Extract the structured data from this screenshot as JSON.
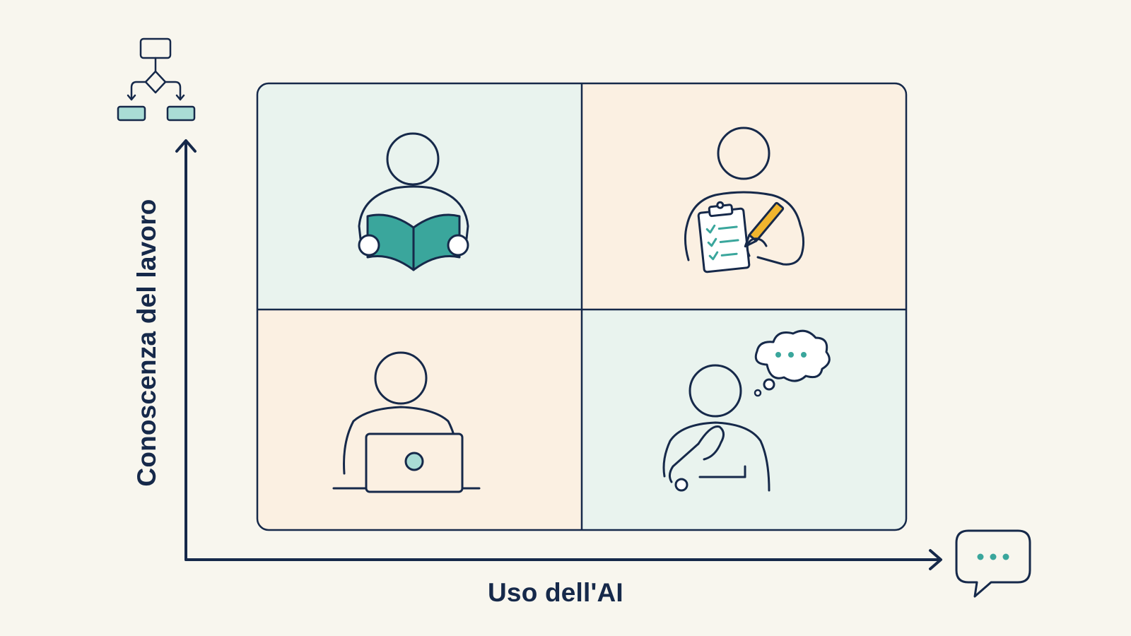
{
  "axes": {
    "x_label": "Uso dell'AI",
    "y_label": "Conoscenza del lavoro"
  },
  "quadrants": [
    {
      "position": "top-left",
      "icon": "person-reading-book-icon",
      "fill": "#e9f3ee"
    },
    {
      "position": "top-right",
      "icon": "person-clipboard-pencil-icon",
      "fill": "#fbf0e2"
    },
    {
      "position": "bottom-left",
      "icon": "person-laptop-icon",
      "fill": "#fbf0e2"
    },
    {
      "position": "bottom-right",
      "icon": "person-thinking-icon",
      "fill": "#e9f3ee"
    }
  ],
  "colors": {
    "background": "#f8f6ee",
    "stroke": "#16294a",
    "teal": "#3aa69c",
    "teal_light": "#a9dcd5",
    "yellow": "#f0b52e"
  }
}
